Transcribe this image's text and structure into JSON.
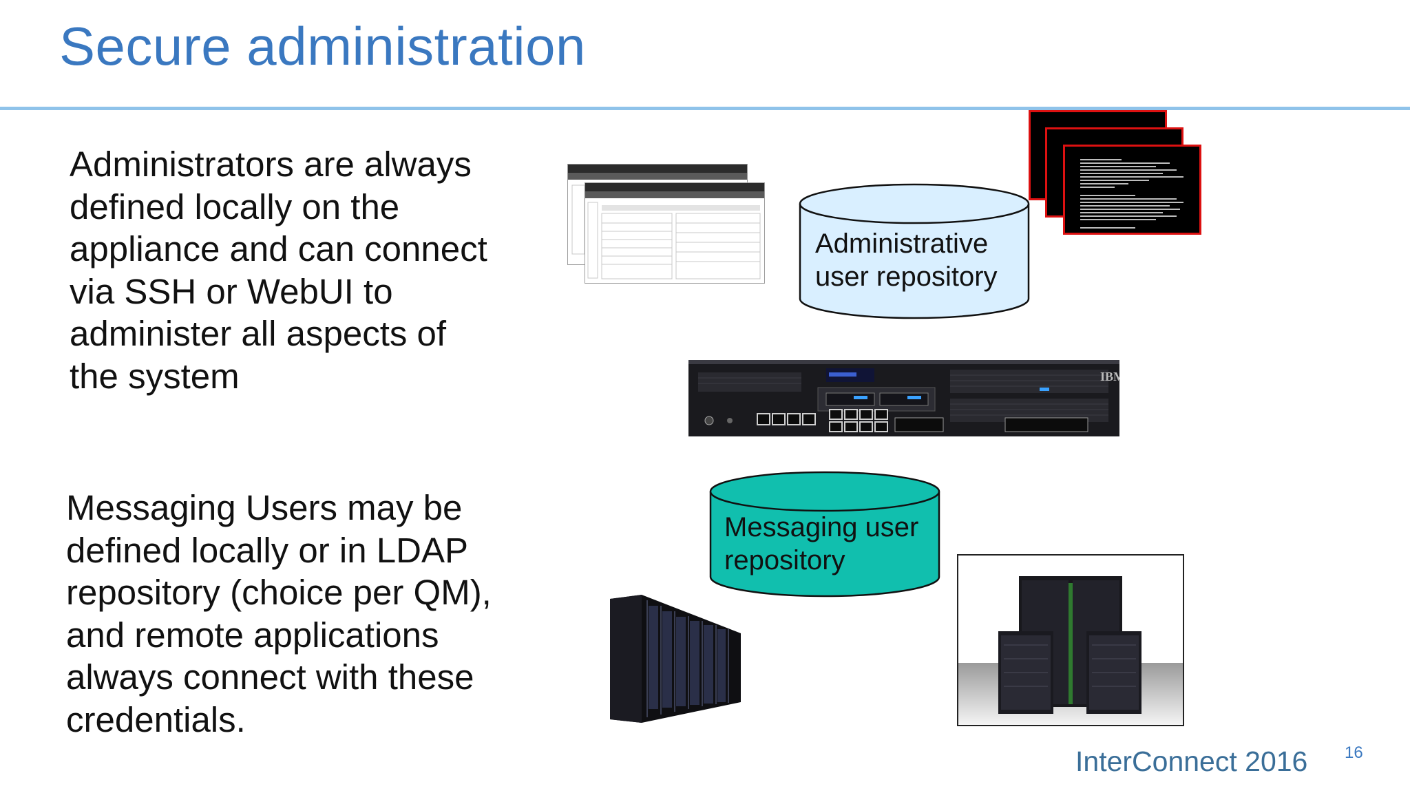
{
  "slide": {
    "title": "Secure administration",
    "page_number": "16",
    "brand": "InterConnect 2016"
  },
  "admin_paragraph": {
    "lines": [
      "Administrators are always",
      "defined locally on the",
      "appliance and can connect",
      "via SSH or WebUI to",
      "administer all aspects of",
      "the system"
    ]
  },
  "messaging_paragraph": {
    "lines": [
      "Messaging Users may be",
      "defined locally or in LDAP",
      "repository (choice per QM),",
      "and remote applications",
      "always connect with these",
      "credentials."
    ]
  },
  "admin_repository": {
    "lines": [
      "Administrative",
      "user repository"
    ],
    "fill": "#d9efff"
  },
  "messaging_repository": {
    "lines": [
      "Messaging user",
      "repository"
    ],
    "fill": "#11bfae"
  },
  "appliance": {
    "label": "IBM"
  },
  "colors": {
    "title": "#3a78c0",
    "rule": "#8fc3ea",
    "terminal_border": "#dd1111"
  }
}
